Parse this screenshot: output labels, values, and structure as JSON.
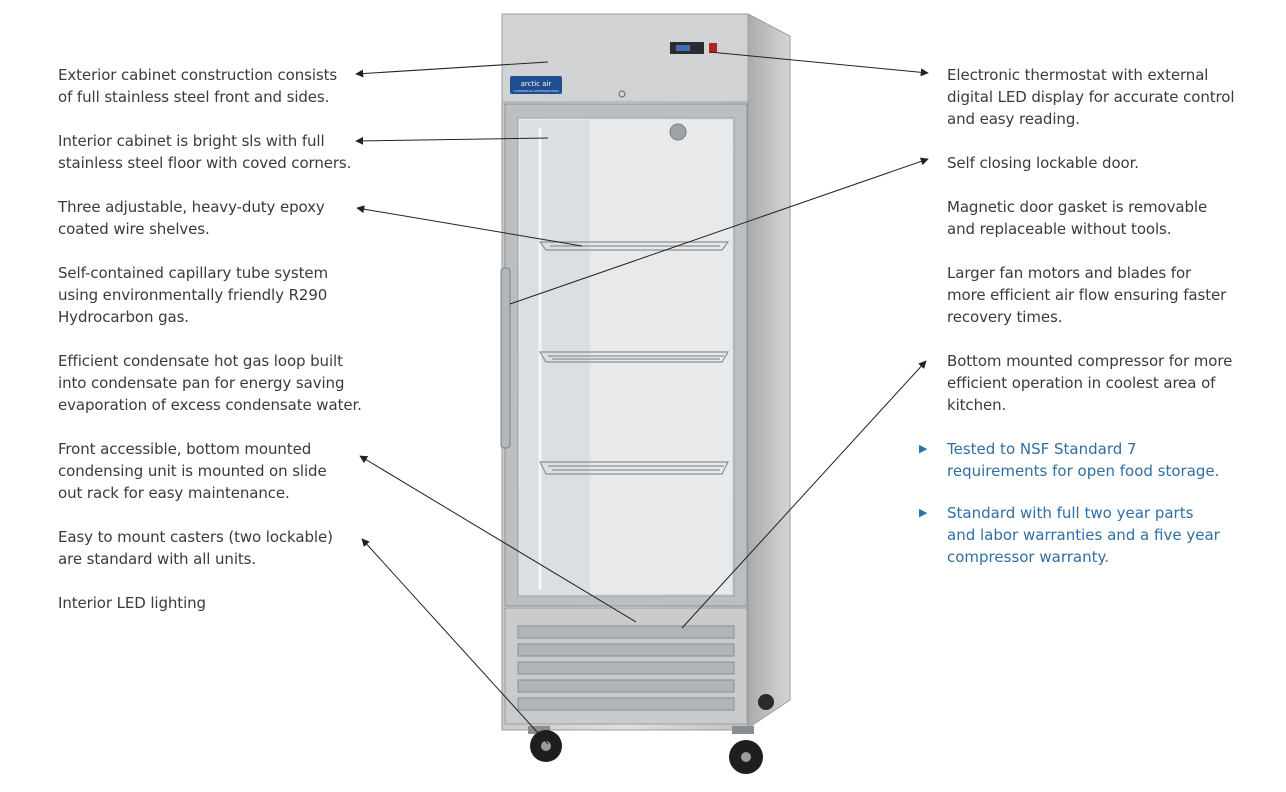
{
  "brand_logo": {
    "name": "arctic air",
    "tagline": "COMMERCIAL REFRIGERATION"
  },
  "features_left": [
    {
      "lines": [
        "Exterior cabinet construction consists",
        "of full stainless steel front and sides."
      ]
    },
    {
      "lines": [
        "Interior cabinet is bright sls with full",
        "stainless steel floor with coved corners."
      ]
    },
    {
      "lines": [
        "Three adjustable, heavy-duty epoxy",
        "coated wire shelves."
      ]
    },
    {
      "lines": [
        "Self-contained capillary tube system",
        "using environmentally friendly R290",
        "Hydrocarbon gas."
      ]
    },
    {
      "lines": [
        "Efficient condensate hot gas loop built",
        "into condensate pan for energy saving",
        "evaporation of excess condensate water."
      ]
    },
    {
      "lines": [
        "Front accessible, bottom mounted",
        "condensing unit is mounted on slide",
        "out rack for easy maintenance."
      ]
    },
    {
      "lines": [
        "Easy to mount casters (two lockable)",
        "are standard with all units."
      ]
    },
    {
      "lines": [
        "Interior LED lighting"
      ]
    }
  ],
  "features_right": [
    {
      "lines": [
        "Electronic thermostat with external",
        "digital LED display for accurate control",
        "and easy reading."
      ]
    },
    {
      "lines": [
        "Self closing lockable door."
      ]
    },
    {
      "lines": [
        "Magnetic door gasket is removable",
        "and replaceable without tools."
      ]
    },
    {
      "lines": [
        "Larger fan motors and blades for",
        "more efficient air flow ensuring faster",
        "recovery times."
      ]
    },
    {
      "lines": [
        "Bottom mounted compressor for more",
        "efficient operation in coolest area of",
        "kitchen."
      ]
    }
  ],
  "highlights": [
    {
      "lines": [
        "Tested to NSF Standard 7",
        "requirements for open food storage."
      ]
    },
    {
      "lines": [
        "Standard with full two year parts",
        "and labor warranties and a five year",
        "compressor warranty."
      ]
    }
  ],
  "colors": {
    "text": "#3b3b3b",
    "highlight": "#2f6fa3",
    "steel": "#c4c6c8",
    "arrow": "#222222"
  }
}
